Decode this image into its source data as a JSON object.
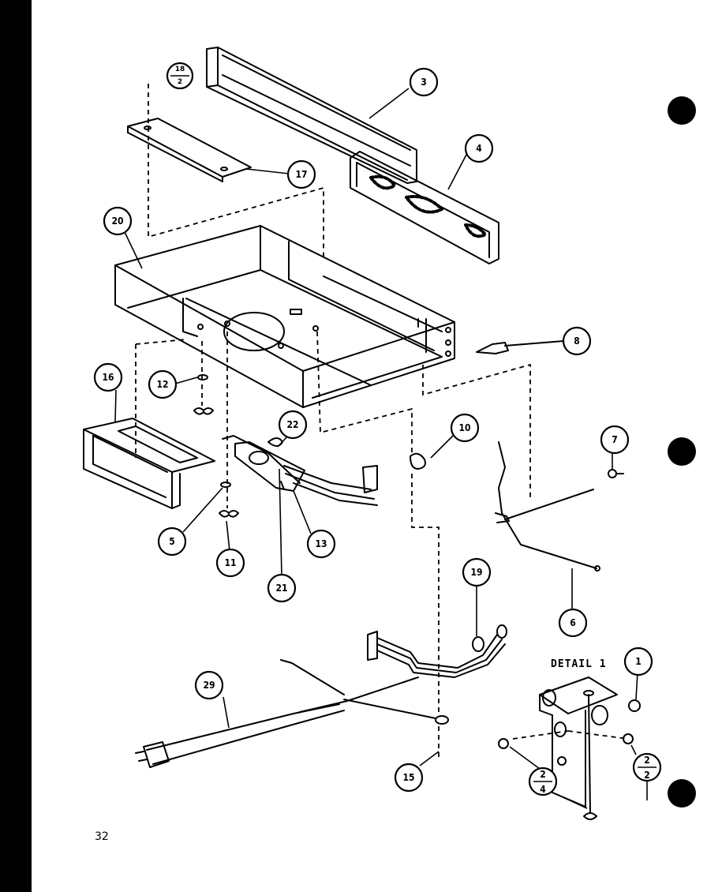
{
  "page_number": "32",
  "detail_label": "DETAIL 1",
  "callouts": {
    "c1": "1",
    "c3": "3",
    "c4": "4",
    "c5": "5",
    "c6": "6",
    "c7": "7",
    "c8": "8",
    "c10": "10",
    "c11": "11",
    "c12": "12",
    "c13": "13",
    "c15": "15",
    "c16": "16",
    "c17": "17",
    "c19": "19",
    "c20": "20",
    "c21": "21",
    "c22": "22",
    "c29": "29"
  },
  "fractions": {
    "f18_2": {
      "num": "18",
      "den": "2"
    },
    "f2_4": {
      "num": "2",
      "den": "4"
    },
    "f2_2": {
      "num": "2",
      "den": "2"
    }
  }
}
